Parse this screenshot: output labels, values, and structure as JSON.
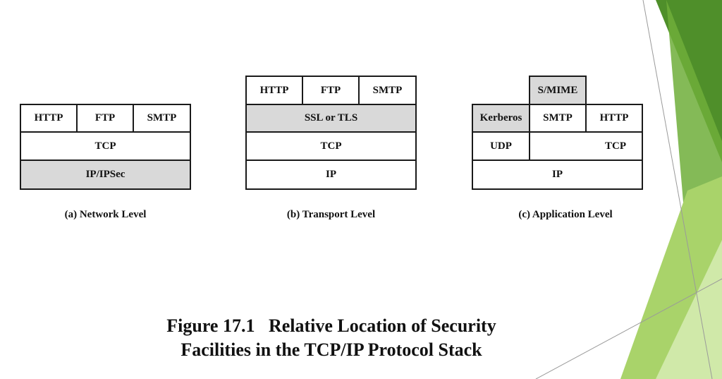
{
  "colors": {
    "shade": "#d9d9d9",
    "border": "#1a1a1a",
    "green_dark": "#4f8f2a",
    "green_mid": "#6fae3a",
    "green_light": "#a9d36a",
    "green_pale": "#d4ebb0"
  },
  "network": {
    "http": "HTTP",
    "ftp": "FTP",
    "smtp": "SMTP",
    "tcp": "TCP",
    "ipsec": "IP/IPSec",
    "caption": "(a) Network Level"
  },
  "transport": {
    "http": "HTTP",
    "ftp": "FTP",
    "smtp": "SMTP",
    "ssl": "SSL or TLS",
    "tcp": "TCP",
    "ip": "IP",
    "caption": "(b) Transport Level"
  },
  "application": {
    "smime": "S/MIME",
    "kerberos": "Kerberos",
    "smtp": "SMTP",
    "http": "HTTP",
    "udp": "UDP",
    "tcp": "TCP",
    "ip": "IP",
    "caption": "(c) Application Level"
  },
  "figure": {
    "line1": "Figure 17.1   Relative Location of Security",
    "line2": "Facilities in the TCP/IP Protocol Stack"
  }
}
